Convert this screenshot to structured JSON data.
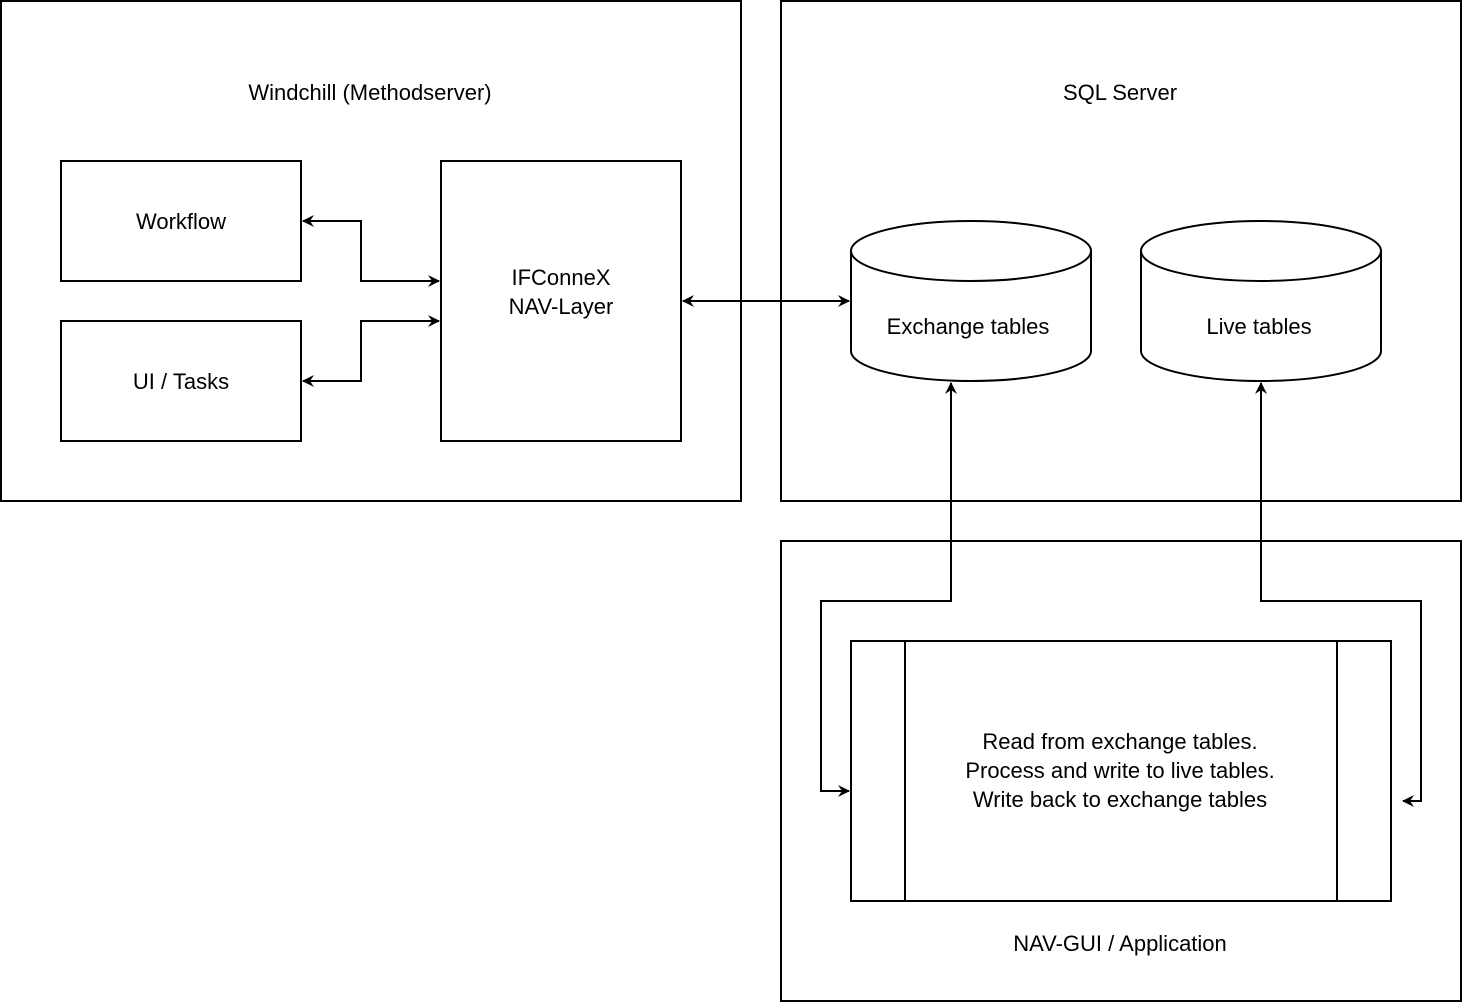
{
  "containers": {
    "windchill": "Windchill (Methodserver)",
    "sql_server": "SQL Server",
    "nav_gui": "NAV-GUI / Application"
  },
  "nodes": {
    "workflow": "Workflow",
    "ui_tasks": "UI / Tasks",
    "ifconnex_line1": "IFConneX",
    "ifconnex_line2": "NAV-Layer",
    "exchange_tables": "Exchange tables",
    "live_tables": "Live tables",
    "process_line1": "Read from exchange tables.",
    "process_line2": "Process and write to live tables.",
    "process_line3": "Write back to exchange tables"
  },
  "edges": [
    {
      "from": "IFConneX NAV-Layer",
      "to": "Workflow",
      "direction": "both"
    },
    {
      "from": "IFConneX NAV-Layer",
      "to": "UI / Tasks",
      "direction": "both"
    },
    {
      "from": "IFConneX NAV-Layer",
      "to": "Exchange tables",
      "direction": "both"
    },
    {
      "from": "NAV-GUI / Application",
      "to": "Exchange tables",
      "direction": "both"
    },
    {
      "from": "NAV-GUI / Application",
      "to": "Live tables",
      "direction": "both"
    }
  ],
  "colors": {
    "stroke": "#000000",
    "fill": "#ffffff",
    "text": "#000000"
  }
}
